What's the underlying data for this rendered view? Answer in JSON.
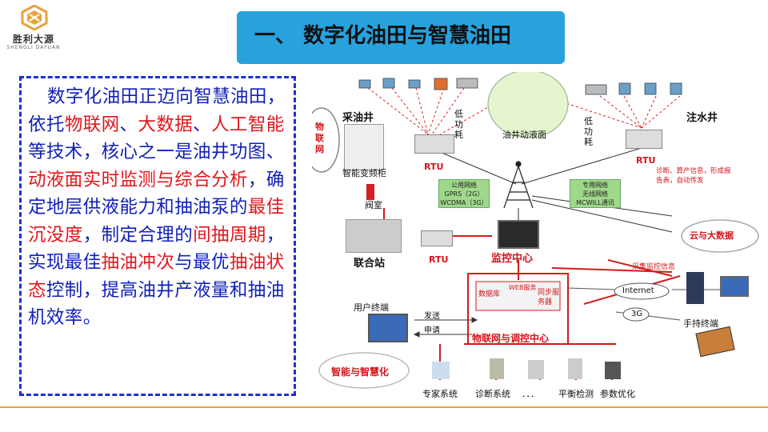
{
  "logo": {
    "name": "胜利大源",
    "subtitle": "SHENGLI DAYUAN",
    "mark_color": "#e8a33a"
  },
  "header": {
    "title": "一、 数字化油田与智慧油田",
    "bg_color": "#27a2dd"
  },
  "body_text": {
    "segments": [
      {
        "text": "数字化油田正迈向智慧油田，依托",
        "hl": false
      },
      {
        "text": "物联网",
        "hl": true
      },
      {
        "text": "、",
        "hl": false
      },
      {
        "text": "大数据",
        "hl": true
      },
      {
        "text": "、",
        "hl": false
      },
      {
        "text": "人工智能",
        "hl": true
      },
      {
        "text": "等技术，核心之一是油井功图、",
        "hl": false
      },
      {
        "text": "动液面实时监测与综合分析",
        "hl": true
      },
      {
        "text": "，确定地层供液能力和抽油泵的",
        "hl": false
      },
      {
        "text": "最佳沉没度",
        "hl": true
      },
      {
        "text": "，制定合理的",
        "hl": false
      },
      {
        "text": "间抽周期",
        "hl": true
      },
      {
        "text": "，实现最佳",
        "hl": false
      },
      {
        "text": "抽油冲次",
        "hl": true
      },
      {
        "text": "与最优",
        "hl": false
      },
      {
        "text": "抽油状态",
        "hl": true
      },
      {
        "text": "控制，提高油井产液量和抽油机效率。",
        "hl": false
      }
    ],
    "text_color": "#1020b8",
    "highlight_color": "#e3161c"
  },
  "diagram": {
    "labels": {
      "iot": "物联网",
      "oil_well": "采油井",
      "low_power_1": "低功耗",
      "dynamic_level": "油井动液面",
      "low_power_2": "低功耗",
      "water_well": "注水井",
      "vfd_cabinet": "智能变频柜",
      "rtu_1": "RTU",
      "public_net": "公用网络\nGPRS（2G）\nWCDMA（3G）",
      "private_net": "专用网络\n无线网络\nMCWILL通讯",
      "rtu_2": "RTU",
      "diagnosis": "诊断、算产信息，形成报告表，自动传发",
      "valve": "阀室",
      "cloud": "云与大数据",
      "joint_station": "联合站",
      "rtu_3": "RTU",
      "monitor_center": "监控中心",
      "collect_info": "采集监控信息",
      "user_terminal": "用户终端",
      "database": "数据库",
      "web_server": "WEB服务",
      "sync_server": "同步服务器",
      "send": "发送",
      "apply": "申请",
      "internet": "Internet",
      "net_3g": "3G",
      "handheld": "手持终端",
      "control_center": "物联网与调控中心",
      "smart": "智能与智慧化",
      "expert": "专家系统",
      "diag_sys": "诊断系统",
      "dots": "．．．",
      "balance": "平衡检测",
      "param_opt": "参数优化"
    }
  }
}
